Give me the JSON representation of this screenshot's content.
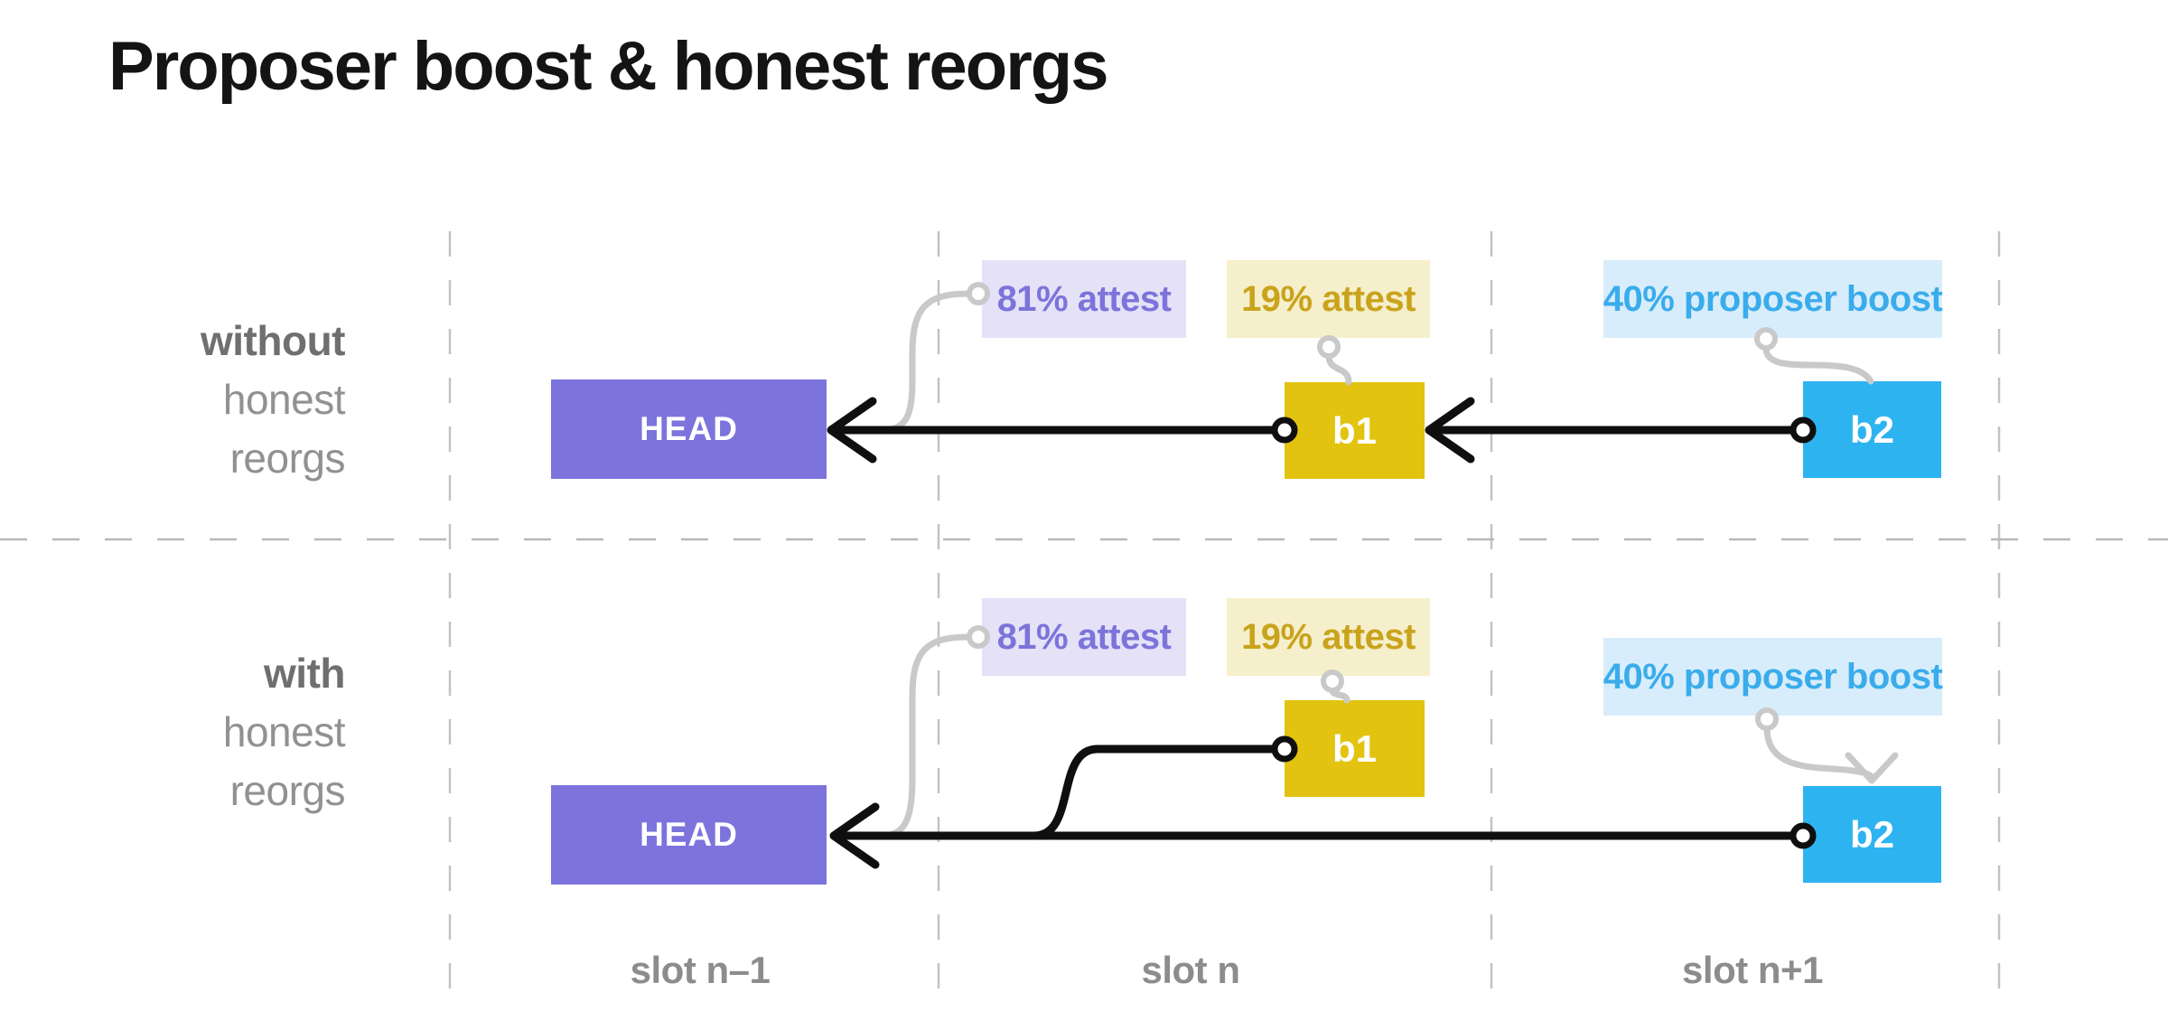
{
  "title": "Proposer boost & honest reorgs",
  "scenarios": {
    "without": {
      "lines": [
        "without",
        "honest",
        "reorgs"
      ]
    },
    "with": {
      "lines": [
        "with",
        "honest",
        "reorgs"
      ]
    }
  },
  "blocks": {
    "head": "HEAD",
    "b1": "b1",
    "b2": "b2"
  },
  "annotations": {
    "attest81": "81% attest",
    "attest19": "19% attest",
    "boost40": "40% proposer boost"
  },
  "slots": {
    "prev": "slot n–1",
    "current": "slot n",
    "next": "slot n+1"
  },
  "colors": {
    "head_fill": "#7C73DC",
    "b1_fill": "#E2C30F",
    "b2_fill": "#2EB3F1",
    "attest81_text": "#7C74DA",
    "attest81_bg": "#E5E2F8",
    "attest19_text": "#C9A31C",
    "attest19_bg": "#F6EFCC",
    "boost40_text": "#3AACEB",
    "boost40_bg": "#D8EDFB",
    "muted_text": "#8C8C8C",
    "connector_gray": "#C9C9C9",
    "dashed_gray": "#C2C2C2",
    "line_black": "#0F0F0F"
  }
}
